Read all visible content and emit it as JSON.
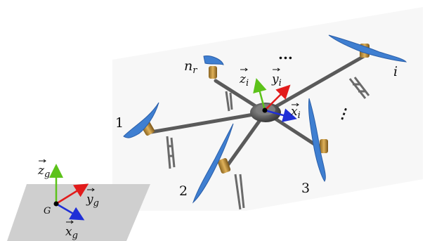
{
  "figure": {
    "ground_frame": {
      "origin_label": "G",
      "z_label": "z",
      "z_sub": "g",
      "y_label": "y",
      "y_sub": "g",
      "x_label": "x",
      "x_sub": "g"
    },
    "body_frame": {
      "z_label": "z",
      "z_sub": "i",
      "y_label": "y",
      "y_sub": "i",
      "x_label": "x",
      "x_sub": "i"
    },
    "arm_labels": {
      "arm_1": "1",
      "arm_2": "2",
      "arm_3": "3",
      "arm_nr": "n",
      "arm_nr_sub": "r",
      "arm_i": "i",
      "ellipsis_top": "...",
      "ellipsis_right": "⋮"
    },
    "colors": {
      "z_axis": "#5cc21a",
      "y_axis": "#e21b1b",
      "x_axis": "#1f2fd6",
      "ground_plane": "#cfcfcf",
      "propeller": "#3f7fd1",
      "arm": "#555555",
      "motor": "#c8973a"
    }
  }
}
